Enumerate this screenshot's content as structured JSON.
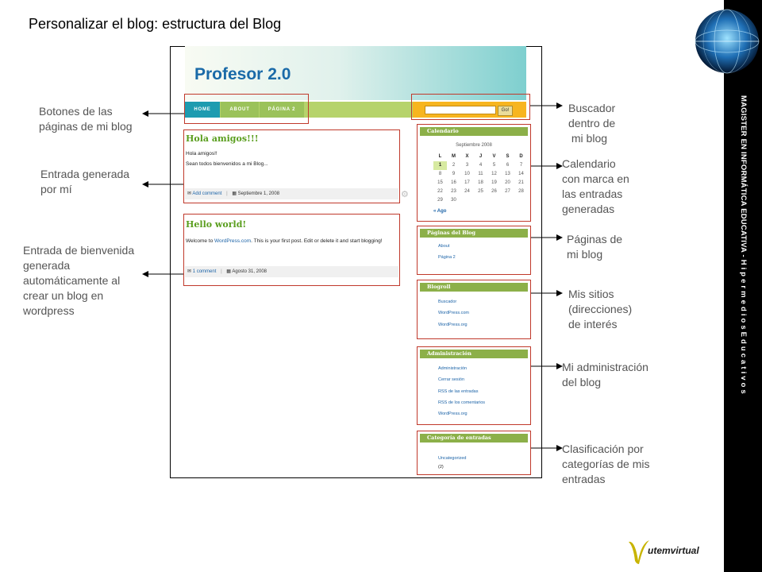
{
  "slide": {
    "title": "Personalizar el blog: estructura del Blog",
    "side_band_text": "MAGISTER EN INFORMÁTICA EDUCATIVA  -  H i p e r m e d i o s   E d u c a t i v o s",
    "logo_text": "utemvirtual",
    "colors": {
      "annotation_red": "#c0392b",
      "band": "#000000",
      "blog_green": "#8cb049",
      "blog_blue": "#1a6aa8"
    }
  },
  "blog": {
    "title": "Profesor 2.0",
    "nav": [
      "HOME",
      "ABOUT",
      "PÁGINA 2"
    ],
    "search_button": "Go!",
    "posts": [
      {
        "title": "Hola amigos!!!",
        "body": [
          "Hola amigos!!",
          "Sean todos bienvenidos a mi Blog..."
        ],
        "comment_link": "Add comment",
        "date": "Septiembre 1, 2008"
      },
      {
        "title": "Hello world!",
        "body_prefix": "Welcome to ",
        "body_link": "WordPress.com",
        "body_suffix": ". This is your first post. Edit or delete it and start blogging!",
        "comment_link": "1 comment",
        "date": "Agosto 31, 2008"
      }
    ],
    "calendar": {
      "heading": "Calendario",
      "month": "Septiembre 2008",
      "days": [
        "L",
        "M",
        "X",
        "J",
        "V",
        "S",
        "D"
      ],
      "weeks": [
        [
          "1",
          "2",
          "3",
          "4",
          "5",
          "6",
          "7"
        ],
        [
          "8",
          "9",
          "10",
          "11",
          "12",
          "13",
          "14"
        ],
        [
          "15",
          "16",
          "17",
          "18",
          "19",
          "20",
          "21"
        ],
        [
          "22",
          "23",
          "24",
          "25",
          "26",
          "27",
          "28"
        ],
        [
          "29",
          "30",
          "",
          "",
          "",
          "",
          ""
        ]
      ],
      "marked_day": "1",
      "prev_link": "« Ago"
    },
    "widgets": [
      {
        "heading": "Páginas del Blog",
        "items": [
          "About",
          "Página 2"
        ]
      },
      {
        "heading": "Blogroll",
        "items": [
          "Buscador",
          "WordPress.com",
          "WordPress.org"
        ]
      },
      {
        "heading": "Administración",
        "items": [
          "Administración",
          "Cerrar sesión",
          "RSS de las entradas",
          "RSS de los comentarios",
          "WordPress.org"
        ]
      },
      {
        "heading": "Categoría de entradas",
        "items": [
          "Uncategorized",
          "(2)"
        ]
      }
    ]
  },
  "annotations": {
    "left": [
      {
        "text": "Botones de las\npáginas de mi blog"
      },
      {
        "text": "Entrada generada\npor mí"
      },
      {
        "text": "Entrada de bienvenida\ngenerada\nautomáticamente al\ncrear un blog en\nwordpress"
      }
    ],
    "right": [
      {
        "text": "Buscador\ndentro de\n mi blog"
      },
      {
        "text": "Calendario\ncon marca en\nlas entradas\ngeneradas"
      },
      {
        "text": "Páginas de\nmi blog"
      },
      {
        "text": "Mis sitios\n(direcciones)\nde interés"
      },
      {
        "text": "Mi administración\ndel blog"
      },
      {
        "text": "Clasificación por\ncategorías de mis\nentradas"
      }
    ]
  }
}
